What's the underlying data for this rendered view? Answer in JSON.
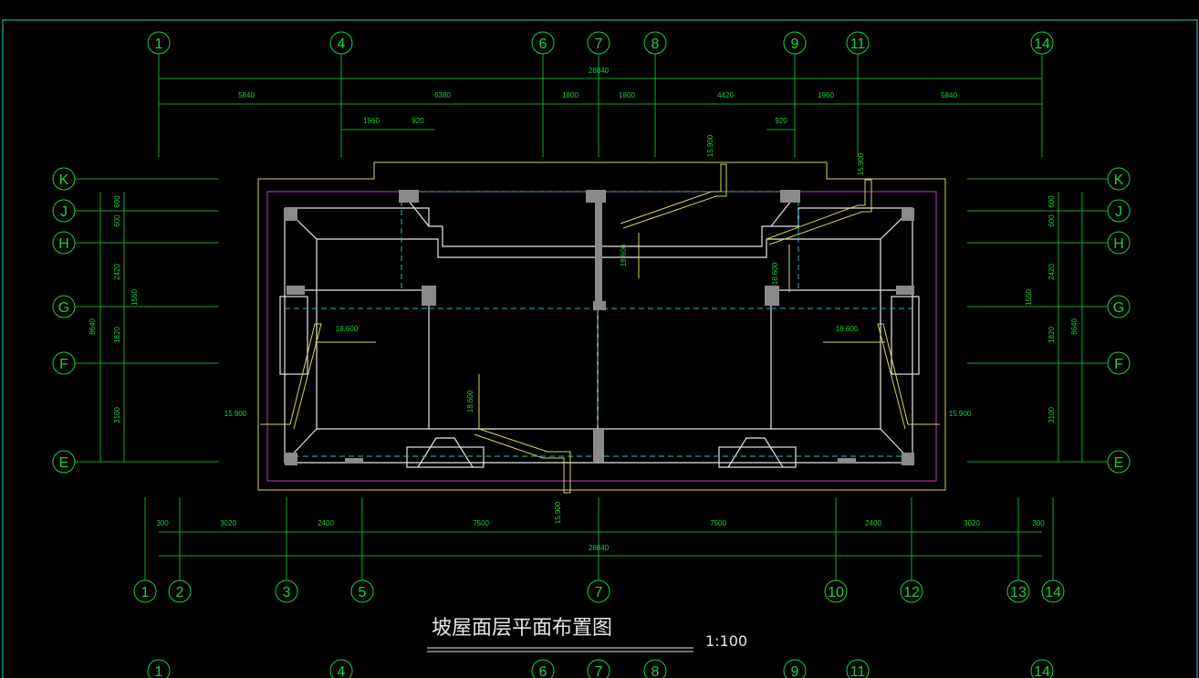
{
  "drawing": {
    "title": "坡屋面层平面布置图",
    "scale": "1:100"
  },
  "axes": {
    "top": [
      "1",
      "4",
      "6",
      "7",
      "8",
      "9",
      "11",
      "14"
    ],
    "bottom": [
      "1",
      "2",
      "3",
      "5",
      "7",
      "10",
      "12",
      "13",
      "14"
    ],
    "bottom_repeat": [
      "1",
      "4",
      "6",
      "7",
      "8",
      "9",
      "11",
      "14"
    ],
    "left": [
      "K",
      "J",
      "H",
      "G",
      "F",
      "E"
    ],
    "right": [
      "K",
      "J",
      "H",
      "G",
      "F",
      "E"
    ]
  },
  "dimensions": {
    "top_total": "28840",
    "top_segments": [
      "5840",
      "6380",
      "1800",
      "1800",
      "4420",
      "1960",
      "5840"
    ],
    "top_sub_left": [
      "1960",
      "920"
    ],
    "top_sub_right": "920",
    "bottom_total": "28840",
    "bottom_segments": [
      "300",
      "3020",
      "2400",
      "7500",
      "7500",
      "2400",
      "3020",
      "300"
    ],
    "left_total": "8640",
    "left_segments": [
      "600",
      "600",
      "2420",
      "1820",
      "3100"
    ],
    "left_sub": "1550",
    "right_total": "8640",
    "right_segments": [
      "600",
      "600",
      "2420",
      "1820",
      "3100"
    ],
    "right_sub": "1550"
  },
  "elevations": {
    "e1": "15.900",
    "e2": "15.900",
    "e3": "15.900",
    "e4": "15.900",
    "e5": "15.900",
    "r1": "18.600",
    "r2": "18.600",
    "r3": "18.600",
    "r4": "18.600",
    "r5": "18.600"
  },
  "colors": {
    "background": "#000000",
    "axis": "#19d43a",
    "wall": "#e6e6e6",
    "column": "#8a8a8a",
    "frame": "#1fd6c8",
    "roof_edge": "#d6d65a",
    "slab": "#c8c87a",
    "magenta": "#c040c0",
    "dashed": "#2fb8c8"
  }
}
